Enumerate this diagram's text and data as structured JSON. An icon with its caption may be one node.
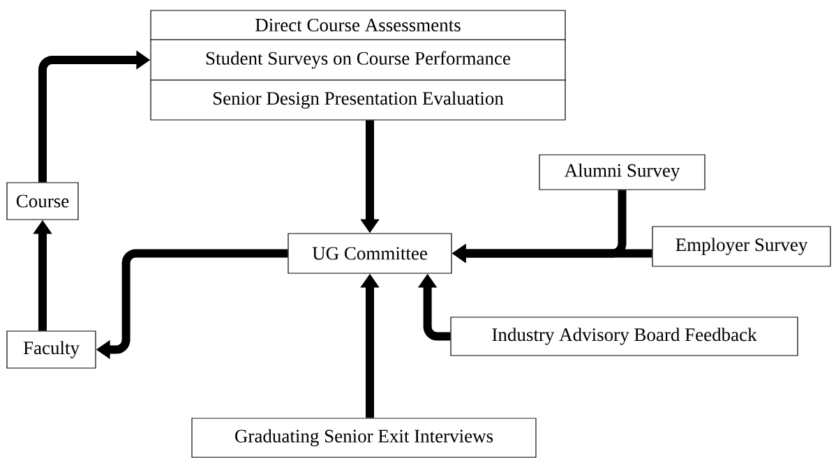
{
  "diagram": {
    "nodes": [
      {
        "text": [
          "Direct Course Assessments"
        ]
      },
      {
        "text": [
          "Student Surveys on Course Performance"
        ]
      },
      {
        "text": [
          "Senior Design Presentation Evaluation"
        ]
      },
      {
        "text": [
          "Course"
        ]
      },
      {
        "text": [
          "Alumni Survey"
        ]
      },
      {
        "text": [
          "UG Committee"
        ]
      },
      {
        "text": [
          "Employer Survey"
        ]
      },
      {
        "text": [
          "Faculty"
        ]
      },
      {
        "text": [
          "Industry Advisory Board Feedback"
        ]
      },
      {
        "text": [
          "Graduating Senior Exit Interviews"
        ]
      }
    ],
    "edges": [
      {
        "from": 3,
        "to": 1,
        "arrow": "to"
      },
      {
        "from": 2,
        "to": 5,
        "arrow": "to"
      },
      {
        "from": 4,
        "to": 5,
        "arrow": "to"
      },
      {
        "from": 6,
        "to": 5,
        "arrow": "to"
      },
      {
        "from": 5,
        "to": 7,
        "arrow": "to"
      },
      {
        "from": 7,
        "to": 3,
        "arrow": "to"
      },
      {
        "from": 8,
        "to": 5,
        "arrow": "to"
      },
      {
        "from": 9,
        "to": 5,
        "arrow": "to"
      }
    ]
  }
}
